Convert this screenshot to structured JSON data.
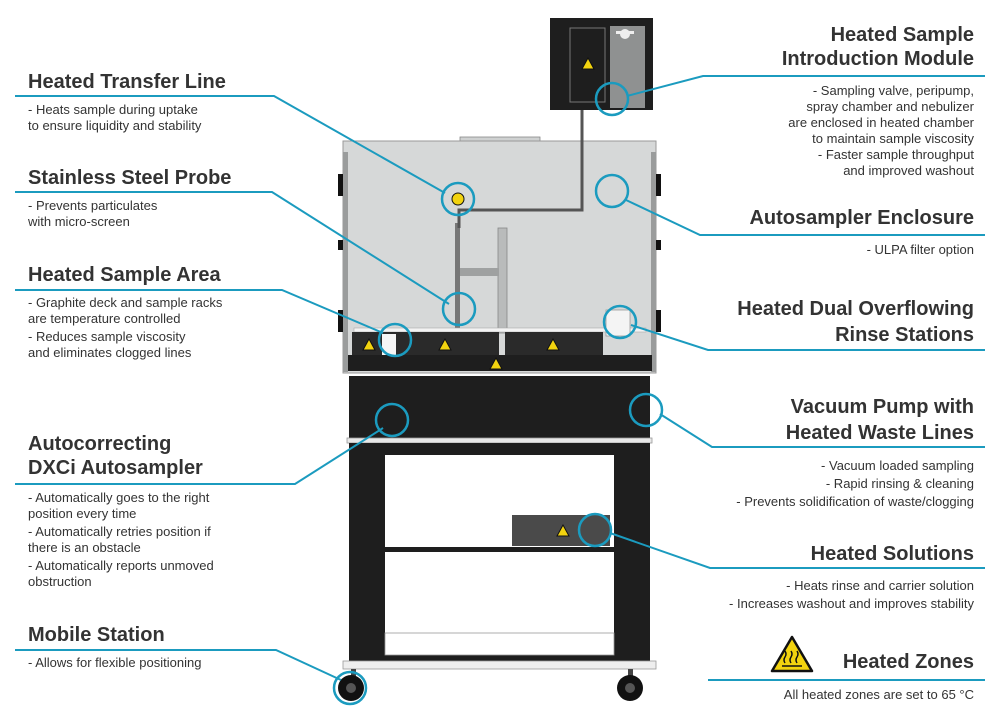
{
  "labels": {
    "heated_transfer_line": {
      "title": "Heated Transfer Line",
      "lines": [
        "- Heats sample during uptake\n  to ensure liquidity and stability"
      ]
    },
    "stainless_steel_probe": {
      "title": "Stainless Steel Probe",
      "lines": [
        "- Prevents particulates\n  with micro-screen"
      ]
    },
    "heated_sample_area": {
      "title": "Heated Sample Area",
      "lines": [
        "- Graphite deck and sample racks\n  are temperature controlled",
        "- Reduces sample viscosity\n  and eliminates clogged lines"
      ]
    },
    "autocorrecting_autosampler": {
      "title": "Autocorrecting\nDXCi Autosampler",
      "lines": [
        "- Automatically goes to the right\n  position every time",
        "- Automatically retries position if\n  there is an obstacle",
        "- Automatically reports unmoved\n  obstruction"
      ]
    },
    "mobile_station": {
      "title": "Mobile Station",
      "lines": [
        "- Allows for flexible positioning"
      ]
    },
    "heated_sample_introduction_module": {
      "title": "Heated Sample\nIntroduction Module",
      "lines": [
        "- Sampling valve, peripump,\nspray chamber and nebulizer\nare enclosed in heated chamber\nto maintain sample viscosity",
        "- Faster sample throughput\nand improved washout"
      ]
    },
    "autosampler_enclosure": {
      "title": "Autosampler Enclosure",
      "lines": [
        "- ULPA filter option"
      ]
    },
    "heated_dual_overflowing_rinse_stations": {
      "title": "Heated Dual Overflowing\nRinse Stations",
      "lines": []
    },
    "vacuum_pump": {
      "title": "Vacuum Pump with\nHeated Waste Lines",
      "lines": [
        "- Vacuum loaded sampling",
        "- Rapid rinsing & cleaning",
        "- Prevents solidification of waste/clogging"
      ]
    },
    "heated_solutions": {
      "title": "Heated Solutions",
      "lines": [
        "- Heats rinse and carrier solution",
        "-  Increases washout and improves stability"
      ]
    },
    "heated_zones": {
      "title": "Heated Zones",
      "lines": [
        "All heated zones are set to 65 °C"
      ]
    }
  },
  "colors": {
    "accent": "#1b9bbf",
    "cabinet": "#1e1e1e",
    "enclosure": "#d6d8d8",
    "warning": "#f2d30f"
  },
  "icons": {
    "warning": "heated-surface-warning-icon"
  }
}
